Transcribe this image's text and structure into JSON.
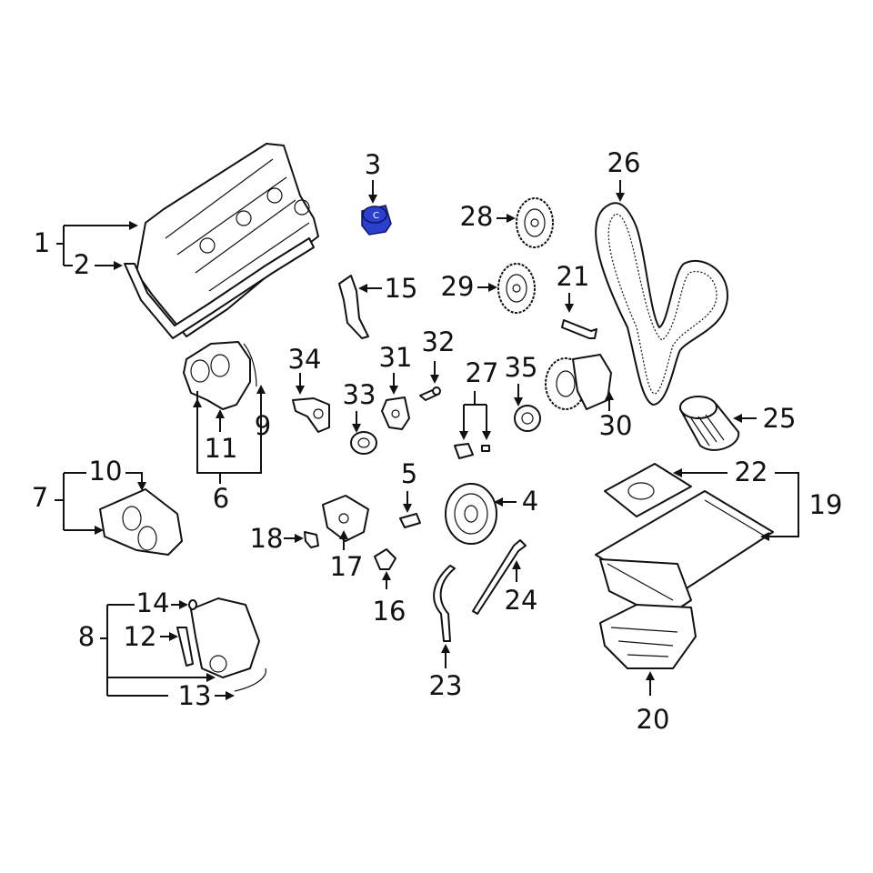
{
  "diagram": {
    "highlight_color": "#2d3fcf",
    "highlighted_part": "3",
    "labels": {
      "l1": "1",
      "l2": "2",
      "l3": "3",
      "l4": "4",
      "l5": "5",
      "l6": "6",
      "l7": "7",
      "l8": "8",
      "l9": "9",
      "l10": "10",
      "l11": "11",
      "l12": "12",
      "l13": "13",
      "l14": "14",
      "l15": "15",
      "l16": "16",
      "l17": "17",
      "l18": "18",
      "l19": "19",
      "l20": "20",
      "l21": "21",
      "l22": "22",
      "l23": "23",
      "l24": "24",
      "l25": "25",
      "l26": "26",
      "l27": "27",
      "l28": "28",
      "l29": "29",
      "l30": "30",
      "l31": "31",
      "l32": "32",
      "l33": "33",
      "l34": "34",
      "l35": "35"
    }
  }
}
